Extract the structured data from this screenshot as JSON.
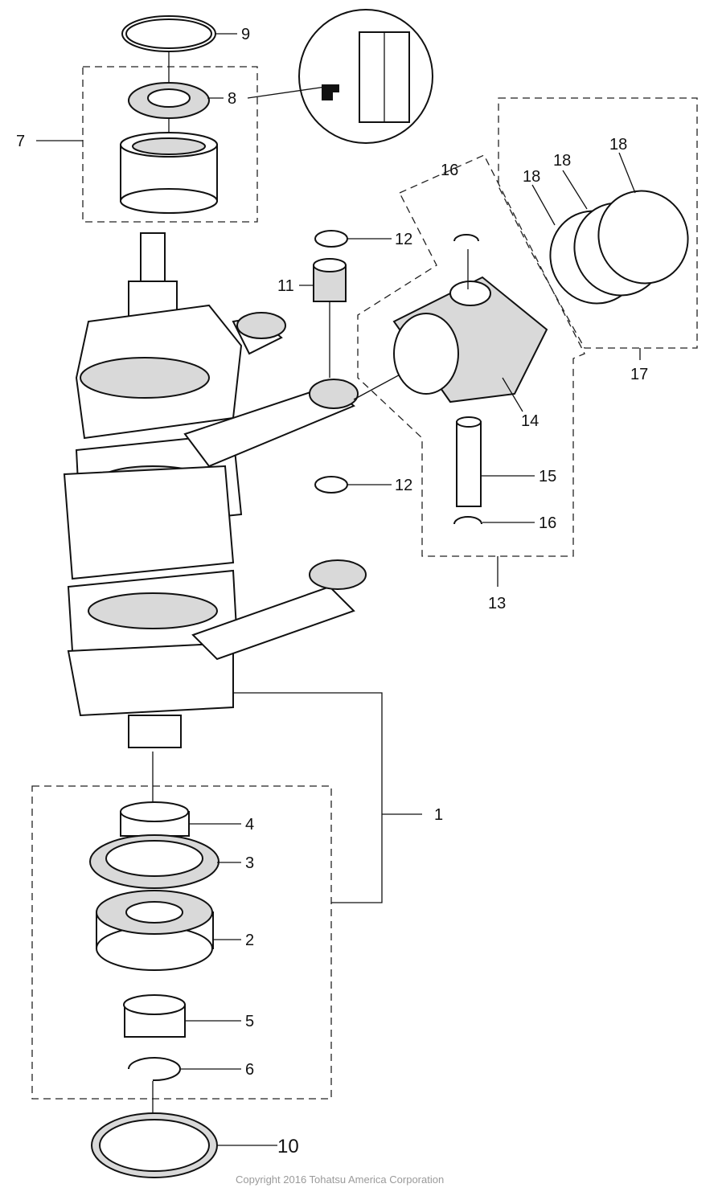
{
  "labels": {
    "l1": "1",
    "l2": "2",
    "l3": "3",
    "l4": "4",
    "l5": "5",
    "l6": "6",
    "l7": "7",
    "l8": "8",
    "l9": "9",
    "l10": "10",
    "l11": "11",
    "l12a": "12",
    "l12b": "12",
    "l13": "13",
    "l14": "14",
    "l15": "15",
    "l16a": "16",
    "l16b": "16",
    "l17": "17",
    "l18a": "18",
    "l18b": "18",
    "l18c": "18"
  },
  "copyright": "Copyright 2016 Tohatsu America Corporation"
}
